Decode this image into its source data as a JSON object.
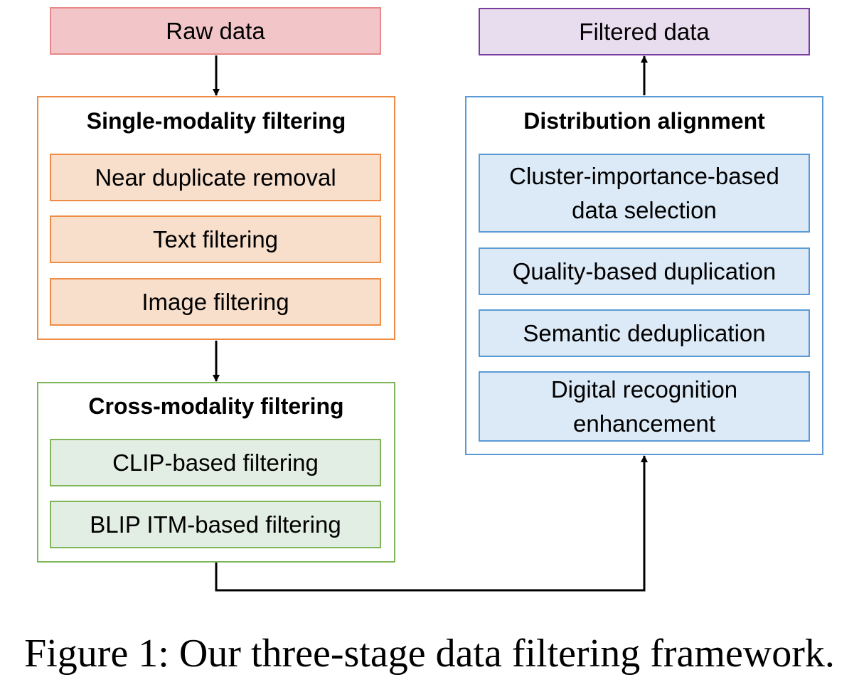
{
  "nodes": {
    "raw_data": "Raw data",
    "filtered_data": "Filtered data"
  },
  "single_modality": {
    "title": "Single-modality filtering",
    "items": [
      "Near duplicate removal",
      "Text filtering",
      "Image filtering"
    ]
  },
  "cross_modality": {
    "title": "Cross-modality filtering",
    "items": [
      "CLIP-based filtering",
      "BLIP ITM-based filtering"
    ]
  },
  "distribution_alignment": {
    "title": "Distribution alignment",
    "items": [
      "Cluster-importance-based\ndata selection",
      "Quality-based duplication",
      "Semantic deduplication",
      "Digital recognition\nenhancement"
    ]
  },
  "caption": "Figure 1: Our three-stage data filtering framework.",
  "colors": {
    "raw_fill": "#f2c6c8",
    "raw_border": "#e88888",
    "filtered_fill": "#e8dcef",
    "filtered_border": "#7a3ea0",
    "orange_fill": "#f8dfcc",
    "orange_border": "#ee8c45",
    "green_fill": "#e2eee4",
    "green_border": "#7fb65a",
    "blue_fill": "#dce9f6",
    "blue_border": "#5b9bd5"
  }
}
